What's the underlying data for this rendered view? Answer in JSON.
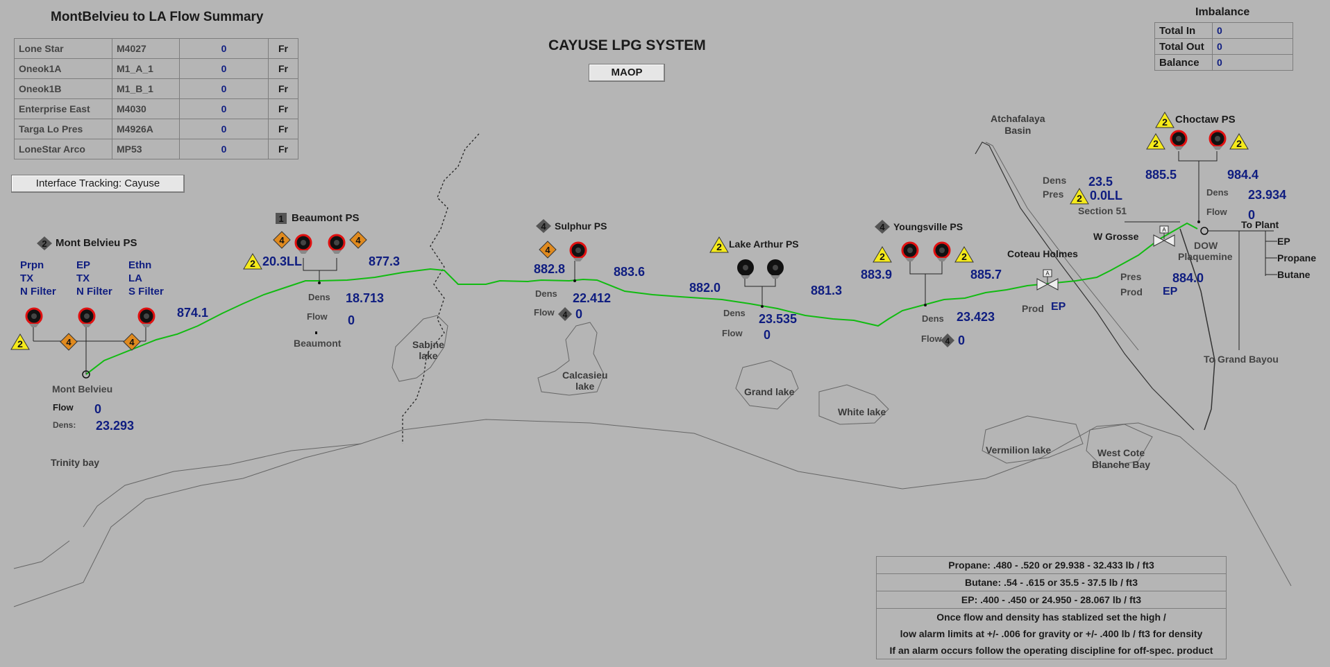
{
  "summary": {
    "title": "MontBelvieu to LA Flow Summary",
    "rows": [
      {
        "name": "Lone Star",
        "meter": "M4027",
        "value": "0",
        "unit": "Fr"
      },
      {
        "name": "Oneok1A",
        "meter": "M1_A_1",
        "value": "0",
        "unit": "Fr"
      },
      {
        "name": "Oneok1B",
        "meter": "M1_B_1",
        "value": "0",
        "unit": "Fr"
      },
      {
        "name": "Enterprise  East",
        "meter": "M4030",
        "value": "0",
        "unit": "Fr"
      },
      {
        "name": "Targa Lo Pres",
        "meter": "M4926A",
        "value": "0",
        "unit": "Fr"
      },
      {
        "name": "LoneStar Arco",
        "meter": "MP53",
        "value": "0",
        "unit": "Fr"
      }
    ]
  },
  "interface_button": "Interface Tracking: Cayuse",
  "system_title": "CAYUSE LPG SYSTEM",
  "maop_button": "MAOP",
  "imbalance": {
    "title": "Imbalance",
    "rows": [
      {
        "label": "Total In",
        "value": "0"
      },
      {
        "label": "Total Out",
        "value": "0"
      },
      {
        "label": "Balance",
        "value": "0"
      }
    ]
  },
  "mont_belvieu": {
    "station": "Mont Belvieu PS",
    "badge": "2",
    "filters": [
      {
        "l1": "Prpn",
        "l2": "TX",
        "l3": "N Filter"
      },
      {
        "l1": "EP",
        "l2": "TX",
        "l3": "N Filter"
      },
      {
        "l1": "Ethn",
        "l2": "LA",
        "l3": "S Filter"
      }
    ],
    "alarm_left": "2",
    "alarm_mid1": "4",
    "alarm_mid2": "4",
    "pressure": "874.1",
    "site": "Mont Belvieu",
    "flow_label": "Flow",
    "flow_value": "0",
    "dens_label": "Dens:",
    "dens_value": "23.293"
  },
  "beaumont": {
    "station": "Beaumont PS",
    "badge": "1",
    "alarm_l": "4",
    "alarm_r": "4",
    "alarm_y": "2",
    "suction": "20.3LL",
    "discharge": "877.3",
    "dens_label": "Dens",
    "dens_value": "18.713",
    "flow_label": "Flow",
    "flow_value": "0",
    "site": "Beaumont"
  },
  "sulphur": {
    "station": "Sulphur PS",
    "badge": "4",
    "alarm": "4",
    "suction": "882.8",
    "discharge": "883.6",
    "dens_label": "Dens",
    "dens_value": "22.412",
    "flow_label": "Flow",
    "flow_badge": "4",
    "flow_value": "0"
  },
  "lake_arthur": {
    "station": "Lake Arthur PS",
    "badge": "2",
    "suction": "882.0",
    "discharge": "881.3",
    "dens_label": "Dens",
    "dens_value": "23.535",
    "flow_label": "Flow",
    "flow_value": "0"
  },
  "youngsville": {
    "station": "Youngsville PS",
    "badge": "4",
    "alarm_l": "2",
    "alarm_r": "2",
    "suction": "883.9",
    "discharge": "885.7",
    "dens_label": "Dens",
    "dens_value": "23.423",
    "flow_label": "Flow",
    "flow_badge": "4",
    "flow_value": "0"
  },
  "coteau": {
    "station": "Coteau Holmes",
    "valve": "A",
    "prod_label": "Prod",
    "prod_value": "EP"
  },
  "section51": {
    "dens_label": "Dens",
    "dens_value": "23.5",
    "pres_label": "Pres",
    "pres_badge": "2",
    "pres_value": "0.0LL",
    "name": "Section 51"
  },
  "choctaw": {
    "station": "Choctaw PS",
    "badge": "2",
    "alarm_l": "2",
    "alarm_r": "2",
    "suction": "885.5",
    "discharge": "984.4",
    "dens_label": "Dens",
    "dens_value": "23.934",
    "flow_label": "Flow",
    "flow_value": "0"
  },
  "w_grosse": {
    "name": "W Grosse",
    "valve": "A",
    "pres_label": "Pres",
    "pres_value": "884.0",
    "prod_label": "Prod",
    "prod_value": "EP"
  },
  "dow": {
    "name1": "DOW",
    "name2": "Plaquemine",
    "to_plant": "To Plant",
    "outputs": [
      "EP",
      "Propane",
      "Butane"
    ],
    "to_grand_bayou": "To Grand Bayou"
  },
  "geography": {
    "atchafalaya": "Atchafalaya",
    "basin": "Basin",
    "sabine1": "Sabine",
    "sabine2": "lake",
    "calcasieu1": "Calcasieu",
    "calcasieu2": "lake",
    "grand_lake": "Grand lake",
    "white_lake": "White lake",
    "vermilion": "Vermilion lake",
    "westcote1": "West Cote",
    "westcote2": "Blanche Bay",
    "trinity": "Trinity bay"
  },
  "spec_note": {
    "lines": [
      "Propane:  .480 - .520  or  29.938 - 32.433 lb / ft3",
      "Butane:  .54 - .615  or  35.5 - 37.5  lb / ft3",
      "EP:  .400 - .450  or  24.950 - 28.067 lb / ft3",
      "Once flow and density has stablized set the high /",
      "low alarm limits at +/- .006 for gravity or +/- .400 lb / ft3 for density",
      "If an alarm occurs follow the operating discipline for off-spec. product"
    ]
  },
  "colors": {
    "background": "#b5b5b5",
    "pipeline": "#11bb11",
    "value_blue": "#0f1d80",
    "alarm_yellow": "#f5ea1a",
    "alarm_orange": "#e08a1e",
    "pump_red": "#e01010"
  }
}
